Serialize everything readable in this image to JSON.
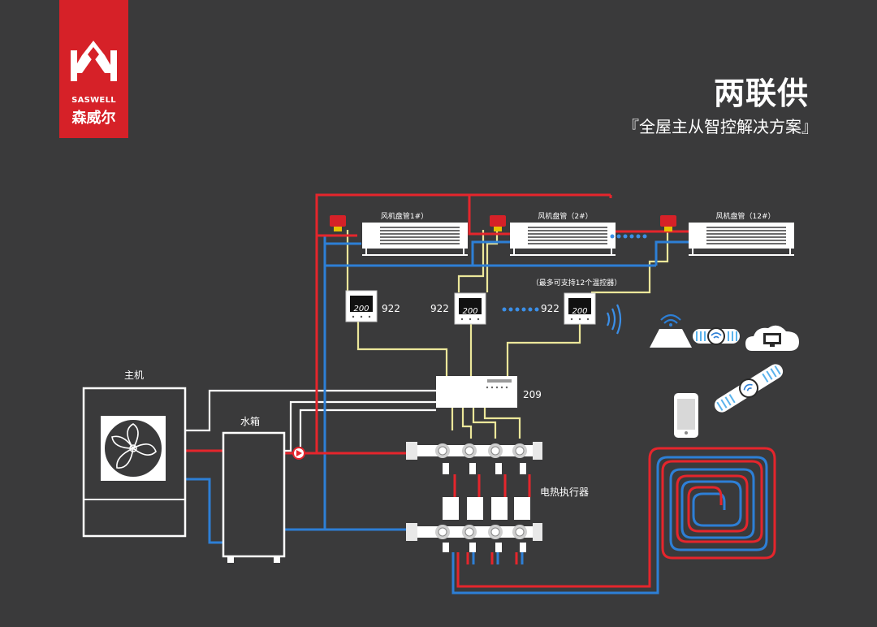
{
  "brand": {
    "name_en": "SASWELL",
    "name_cn": "森威尔"
  },
  "title": "两联供",
  "subtitle": "『全屋主从智控解决方案』",
  "labels": {
    "fcu1": "风机盘管1#）",
    "fcu2": "风机盘管（2#）",
    "fcu12": "风机盘管（12#）",
    "max_note": "（最多可支持12个温控器）",
    "host": "主机",
    "tank": "水箱",
    "hub": "209",
    "thermostat_model": "922",
    "actuator": "电热执行器",
    "thermostat_display": "200"
  },
  "colors": {
    "background": "#3a3a3b",
    "hot_pipe": "#e5252c",
    "cold_pipe": "#2d7fd6",
    "signal_wire": "#ece79a",
    "brand_red": "#d62128",
    "dots": "#3b8fe8"
  },
  "icons": [
    "saswell-logo-icon",
    "router-icon",
    "cloud-monitor-icon",
    "smartphone-icon",
    "wireless-signal-icon",
    "fan-icon",
    "pump-icon"
  ]
}
